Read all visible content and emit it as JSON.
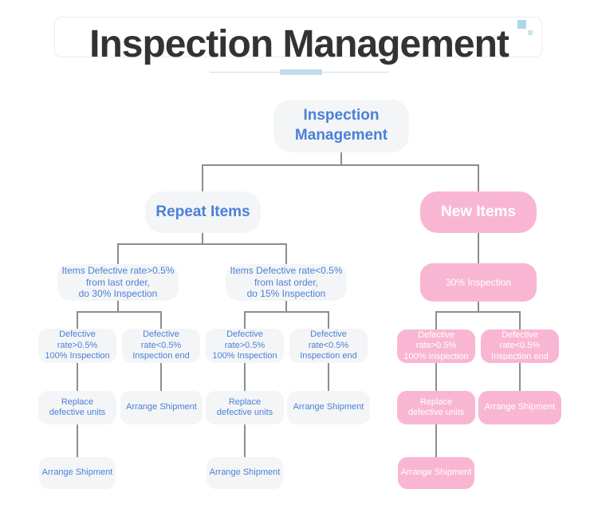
{
  "header": {
    "title": "Inspection Management",
    "accent_underline_color": "#c3dcea",
    "accent_square_color": "#aed7ea"
  },
  "colors": {
    "title_text": "#333333",
    "node_background_gray": "#f4f5f6",
    "node_background_pink": "#f9b6d2",
    "node_text_blue": "#4a80d8",
    "node_text_on_pink": "#ffffff",
    "connector_gray": "#8d8d8d"
  },
  "tree": {
    "root": "Inspection\nManagement",
    "branches": [
      {
        "label": "Repeat Items",
        "theme": "gray",
        "groups": [
          {
            "condition": "Items Defective rate>0.5%\nfrom last order,\ndo 30% Inspection",
            "paths": [
              {
                "check": "Defective rate>0.5%\n100% Inspection",
                "step": "Replace\ndefective units",
                "final": "Arrange Shipment"
              },
              {
                "check": "Defective rate<0.5%\nInspection end",
                "step": "Arrange Shipment"
              }
            ]
          },
          {
            "condition": "Items Defective rate<0.5%\nfrom last order,\ndo 15% Inspection",
            "paths": [
              {
                "check": "Defective rate>0.5%\n100% Inspection",
                "step": "Replace\ndefective units",
                "final": "Arrange Shipment"
              },
              {
                "check": "Defective rate<0.5%\nInspection end",
                "step": "Arrange Shipment"
              }
            ]
          }
        ]
      },
      {
        "label": "New Items",
        "theme": "pink",
        "groups": [
          {
            "condition": "30% Inspection",
            "paths": [
              {
                "check": "Defective rate>0.5%\n100% Inspection",
                "step": "Replace\ndefective units",
                "final": "Arrange Shipment"
              },
              {
                "check": "Defective rate<0.5%\nInspection end",
                "step": "Arrange Shipment"
              }
            ]
          }
        ]
      }
    ]
  }
}
